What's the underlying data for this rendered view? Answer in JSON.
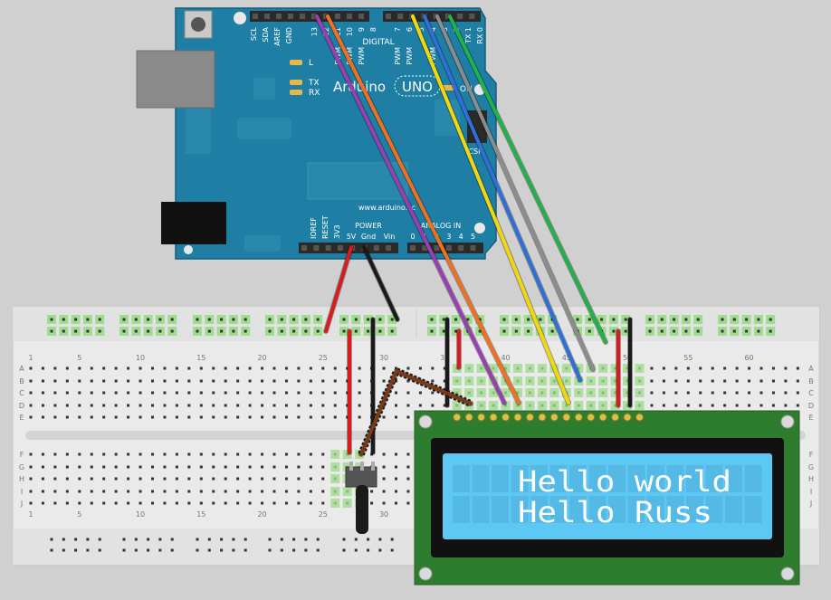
{
  "arduino": {
    "brand": "Arduino",
    "model": "UNO",
    "url": "www.arduino.cc",
    "digital_label": "DIGITAL",
    "power_label": "POWER",
    "analog_label": "ANALOG IN",
    "icsp_label": "ICSP",
    "on_label": "ON",
    "led_labels": [
      "L",
      "TX",
      "RX"
    ],
    "top_pin_labels": [
      "SCL",
      "SDA",
      "AREF",
      "GND",
      "13",
      "12",
      "11",
      "10",
      "9",
      "8",
      "7",
      "6",
      "5",
      "4",
      "3",
      "2",
      "TX 1",
      "RX 0"
    ],
    "pwm_label": "PWM",
    "power_pin_labels": [
      "IOREF",
      "RESET",
      "3V3",
      "5V",
      "Gnd",
      "Vin"
    ],
    "analog_pin_labels": [
      "0",
      "1",
      "2",
      "3",
      "4",
      "5"
    ]
  },
  "breadboard": {
    "column_numbers": [
      "1",
      "5",
      "10",
      "15",
      "20",
      "25",
      "30",
      "35",
      "40",
      "45",
      "50",
      "55",
      "60"
    ],
    "row_letters_top": [
      "A",
      "B",
      "C",
      "D",
      "E"
    ],
    "row_letters_bottom": [
      "F",
      "G",
      "H",
      "I",
      "J"
    ]
  },
  "lcd": {
    "line1": "Hello world",
    "line2": "Hello Russ",
    "backlight_color": "#5ec8f5"
  },
  "wire_colors": {
    "red": "#d81c1c",
    "black": "#1a1a1a",
    "purple": "#9a3fb0",
    "orange": "#f07020",
    "yellow": "#f2d70f",
    "blue": "#2f6fd8",
    "gray": "#8c8c8c",
    "green": "#22b04a",
    "brown": "#7a3a16"
  },
  "board_color": "#1f7ea3",
  "pcb_green": "#2e7d2e"
}
